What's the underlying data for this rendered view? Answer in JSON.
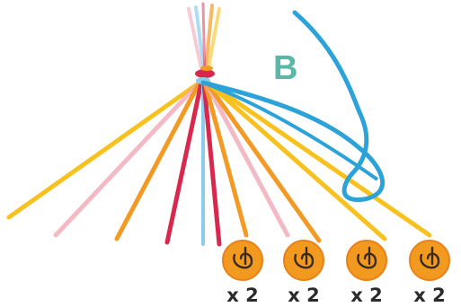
{
  "step_label": "B",
  "colors": {
    "step_label": "#5bb8a6",
    "blue_strand": "#2ba3d8",
    "yellow": "#f7c21e",
    "orange": "#f39a24",
    "red": "#d8284d",
    "pink": "#f0a8b7",
    "light_blue": "#8ccdee",
    "hook_badge": "#f29a1f",
    "hook_badge_ring": "#e9821a",
    "hook_icon": "#3a2a1a"
  },
  "hooks": [
    {
      "icon": "hook-icon",
      "count_label": "x 2"
    },
    {
      "icon": "hook-icon",
      "count_label": "x 2"
    },
    {
      "icon": "hook-icon",
      "count_label": "x 2"
    },
    {
      "icon": "hook-icon",
      "count_label": "x 2"
    }
  ]
}
